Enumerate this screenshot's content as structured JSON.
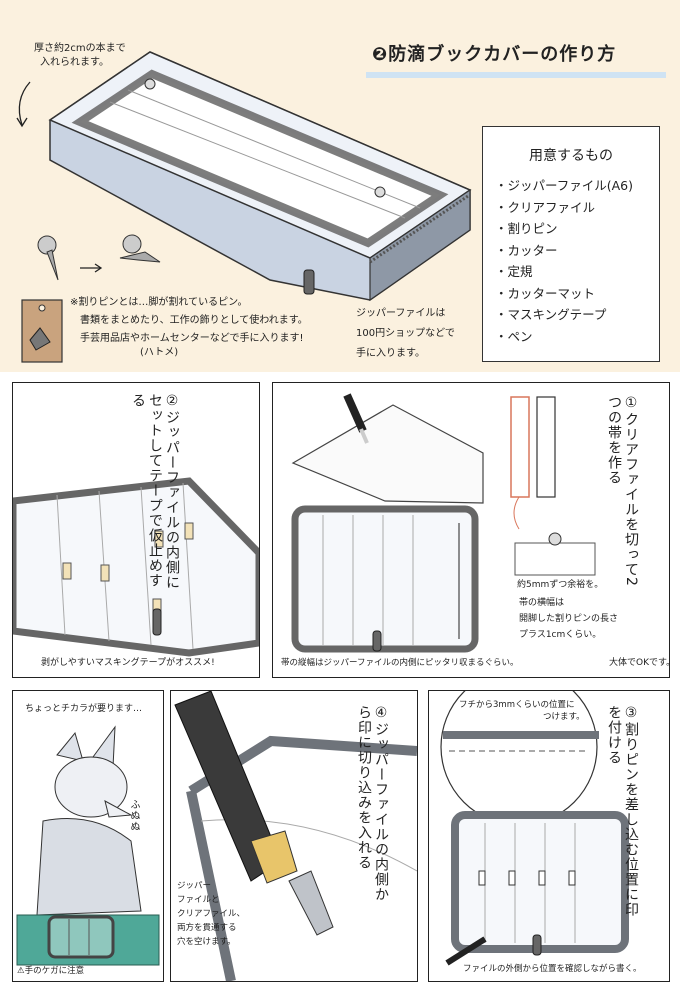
{
  "header": {
    "title": "❷防滴ブックカバーの作り方",
    "note_thickness": [
      "厚さ約2cmの本まで",
      "入れられます。"
    ],
    "note_pin": [
      "※割りピンとは…脚が割れているピン。",
      "書類をまとめたり、工作の飾りとして使われます。",
      "手芸用品店やホームセンターなどで手に入ります!",
      "(ハトメ)"
    ],
    "note_zipper": [
      "ジッパーファイルは",
      "100円ショップなどで",
      "手に入ります。"
    ]
  },
  "materials": {
    "heading": "用意するもの",
    "items": [
      "・ジッパーファイル(A6)",
      "・クリアファイル",
      "・割りピン",
      "・カッター",
      "・定規",
      "・カッターマット",
      "・マスキングテープ",
      "・ペン"
    ]
  },
  "steps": {
    "step1": {
      "text": "①クリアファイルを切って2つの帯を作る",
      "note_margin": "約5mmずつ余裕を。",
      "note_width": [
        "帯の横幅は",
        "開脚した割りピンの長さ",
        "プラス1cmくらい。"
      ],
      "note_rough": "大体でOKです。",
      "note_length": "帯の縦幅はジッパーファイルの内側にピッタリ収まるぐらい。"
    },
    "step2": {
      "text": "②ジッパーファイルの内側にセットしてテープで仮止めする",
      "note": "剥がしやすいマスキングテープがオススメ!"
    },
    "step3": {
      "text": "③割りピンを差し込む位置に印を付ける",
      "note_edge": [
        "フチから3mmくらいの位置に",
        "つけます。"
      ],
      "note_check": "ファイルの外側から位置を確認しながら書く。"
    },
    "step4": {
      "text": "④ジッパーファイルの内側から印に切り込みを入れる",
      "note": [
        "ジッパー",
        "ファイルと",
        "クリアファイル、",
        "両方を貫通する",
        "穴を空けます。"
      ]
    },
    "fox": {
      "caption": "ちょっとチカラが要ります…",
      "sfx": "ふぬぬ",
      "warning": "⚠手のケガに注意"
    }
  },
  "colors": {
    "background_top": "#fbf1df",
    "accent_blue": "#cfe3f3",
    "mat_green": "#4fa898",
    "zipper_gray": "#6e737a",
    "cutter_yellow": "#e8c56a",
    "pin_red": "#d9775c"
  }
}
